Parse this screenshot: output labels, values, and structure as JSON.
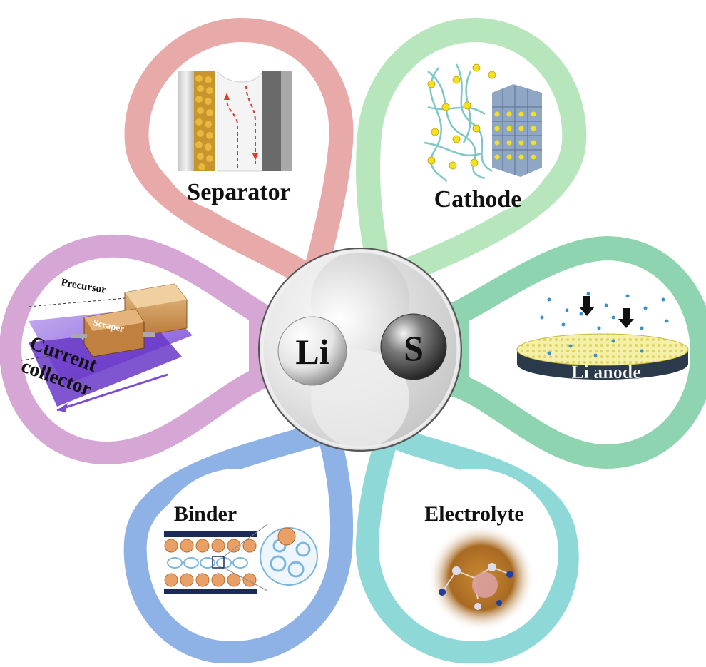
{
  "center": {
    "left": "Li",
    "right": "S"
  },
  "petals": {
    "separator": {
      "label": "Separator",
      "color": "#e8aaa8"
    },
    "cathode": {
      "label": "Cathode",
      "color": "#b8e6bc"
    },
    "anode": {
      "label": "Li anode",
      "color": "#8fd4b0"
    },
    "electrolyte": {
      "label": "Electrolyte",
      "color": "#8ed8d8"
    },
    "binder": {
      "label": "Binder",
      "color": "#8fb2e6"
    },
    "current_collector": {
      "label": "Current collector",
      "label_line1": "Current",
      "label_line2": "collector",
      "color": "#d6a6d4"
    }
  },
  "annotations": {
    "precursor": "Precursor",
    "scraper": "Scraper"
  }
}
